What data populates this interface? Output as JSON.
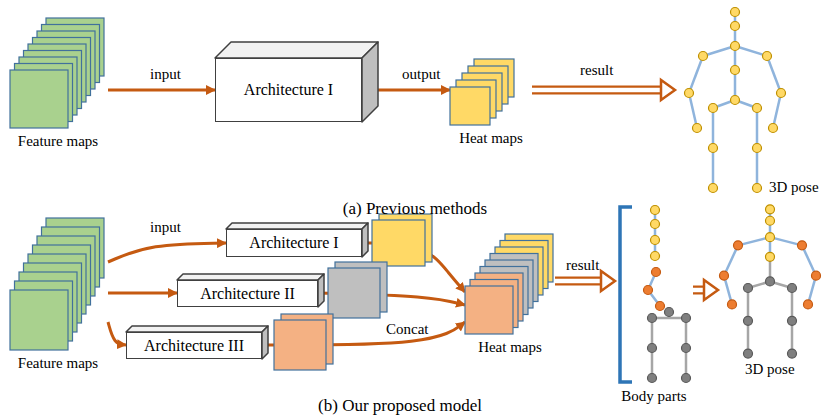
{
  "diagram": {
    "nodes": [
      {
        "text": [
          "Feature maps"
        ]
      },
      {
        "text": [
          "Architecture I"
        ]
      },
      {
        "text": [
          "Heat maps"
        ]
      },
      {
        "text": [
          "3D pose"
        ]
      },
      {
        "text": [
          "Feature maps"
        ]
      },
      {
        "text": [
          "Architecture I"
        ]
      },
      {
        "text": [
          "Architecture II"
        ]
      },
      {
        "text": [
          "Architecture III"
        ]
      },
      {
        "text": [
          "Heat maps"
        ]
      },
      {
        "text": [
          "Body parts"
        ]
      },
      {
        "text": [
          "3D pose"
        ]
      }
    ],
    "edges": [
      {
        "from": 0,
        "to": 1,
        "arrow": "to",
        "label": "input"
      },
      {
        "from": 1,
        "to": 2,
        "arrow": "to",
        "label": "output"
      },
      {
        "from": 2,
        "to": 3,
        "arrow": "to",
        "label": "result"
      },
      {
        "from": 4,
        "to": 5,
        "arrow": "to",
        "label": "input"
      },
      {
        "from": 4,
        "to": 6,
        "arrow": "to"
      },
      {
        "from": 4,
        "to": 7,
        "arrow": "to"
      },
      {
        "from": 5,
        "to": 8,
        "arrow": "to"
      },
      {
        "from": 6,
        "to": 8,
        "arrow": "to"
      },
      {
        "from": 7,
        "to": 8,
        "arrow": "to",
        "label": "Concat"
      },
      {
        "from": 8,
        "to": 9,
        "arrow": "to",
        "label": "result"
      },
      {
        "from": 9,
        "to": 10,
        "arrow": "to"
      }
    ],
    "labels": [
      "(a) Previous methods",
      "(b) Our proposed model"
    ]
  }
}
